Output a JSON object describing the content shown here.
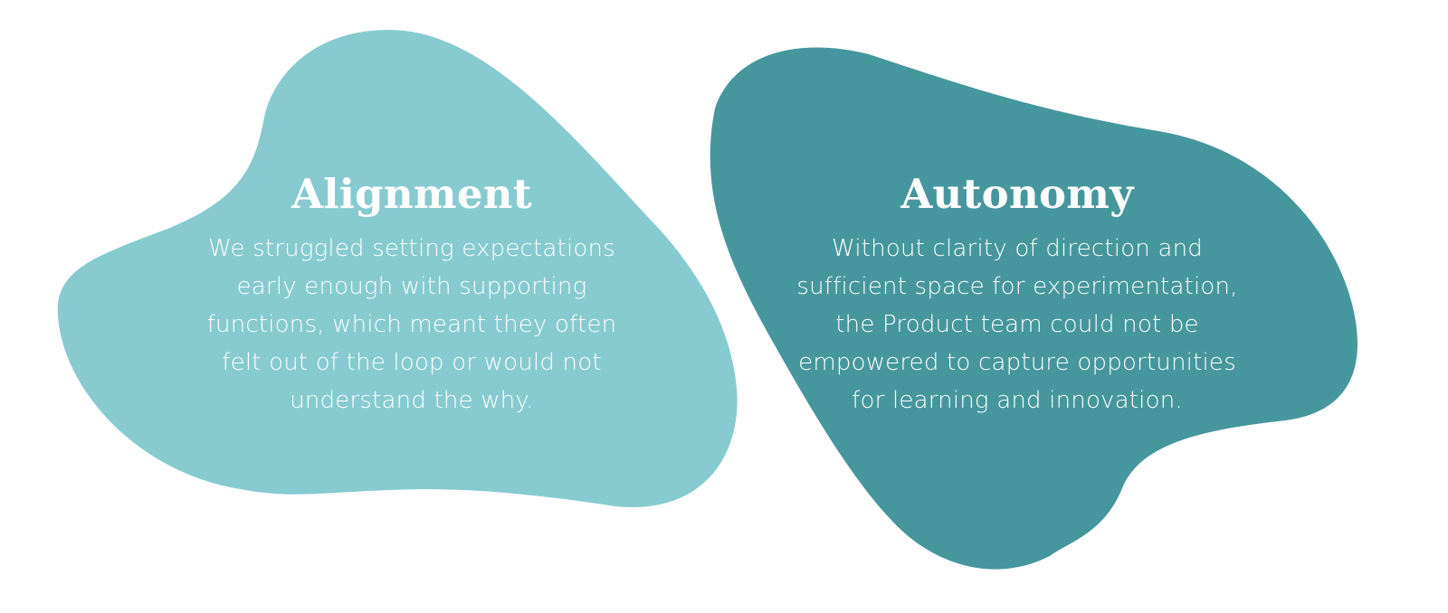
{
  "colors": {
    "left_blob": "#87cbd0",
    "right_blob": "#46979d",
    "text": "#ffffff",
    "background": "#ffffff"
  },
  "cards": [
    {
      "title": "Alignment",
      "lines": [
        "We struggled setting expectations",
        "early enough with supporting",
        "functions, which meant they often",
        "felt out of the loop or would not",
        "understand the why."
      ]
    },
    {
      "title": "Autonomy",
      "lines": [
        "Without clarity of direction and",
        "sufficient space for experimentation,",
        "the Product team could not be",
        "empowered to capture opportunities",
        "for learning and innovation."
      ]
    }
  ]
}
